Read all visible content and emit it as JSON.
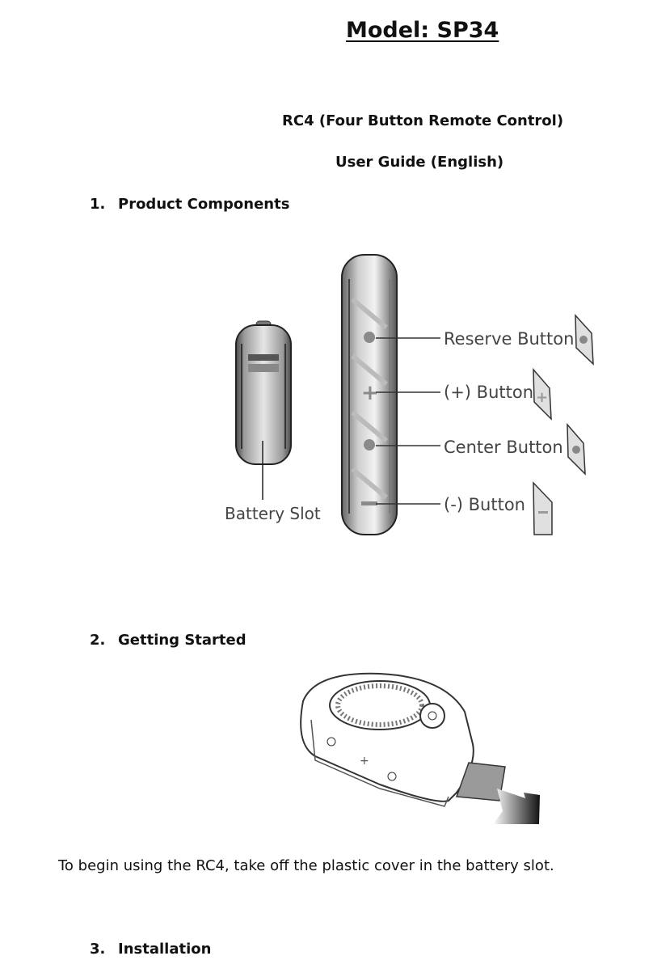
{
  "header": {
    "model": "Model: SP34",
    "product_title": "RC4 (Four Button Remote Control)",
    "guide_title": "User Guide (English)"
  },
  "sections": [
    {
      "number": "1.",
      "title": "Product Components"
    },
    {
      "number": "2.",
      "title": "Getting Started"
    },
    {
      "number": "3.",
      "title": "Installation"
    }
  ],
  "components": {
    "battery_slot": "Battery Slot",
    "reserve_button": "Reserve Button",
    "plus_button": "(+) Button",
    "center_button": "Center Button",
    "minus_button": "(-) Button"
  },
  "getting_started_text": "To begin using the RC4, take off the plastic cover in the battery slot."
}
